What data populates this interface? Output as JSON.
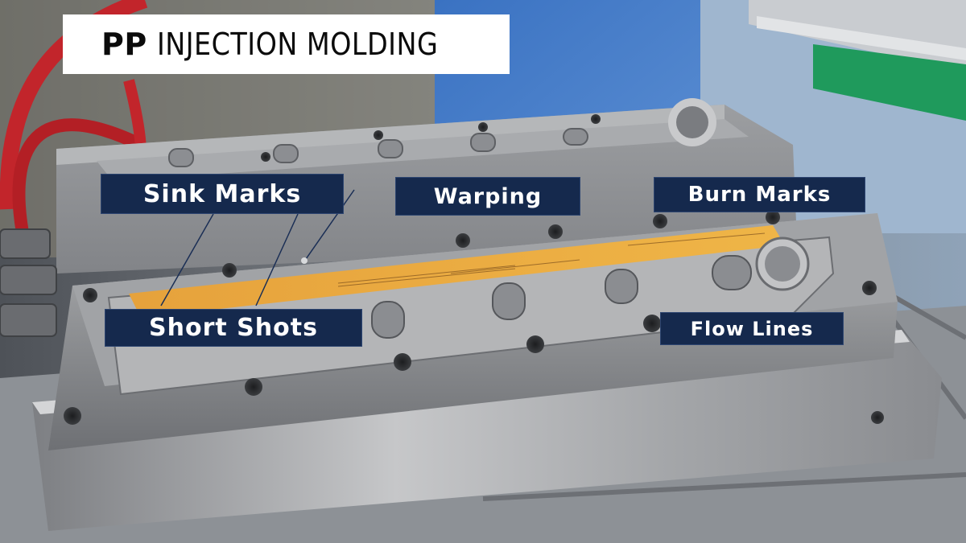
{
  "title": {
    "accent": "PP",
    "rest": "INJECTION MOLDING"
  },
  "labels": {
    "sink_marks": "Sink Marks",
    "warping": "Warping",
    "burn_marks": "Burn Marks",
    "short_shots": "Short Shots",
    "flow_lines": "Flow Lines"
  },
  "colors": {
    "label_background": "#15294d",
    "label_text": "#ffffff",
    "title_background": "#ffffff",
    "tape": "#e8a938",
    "steel": "#a6a8aa"
  }
}
